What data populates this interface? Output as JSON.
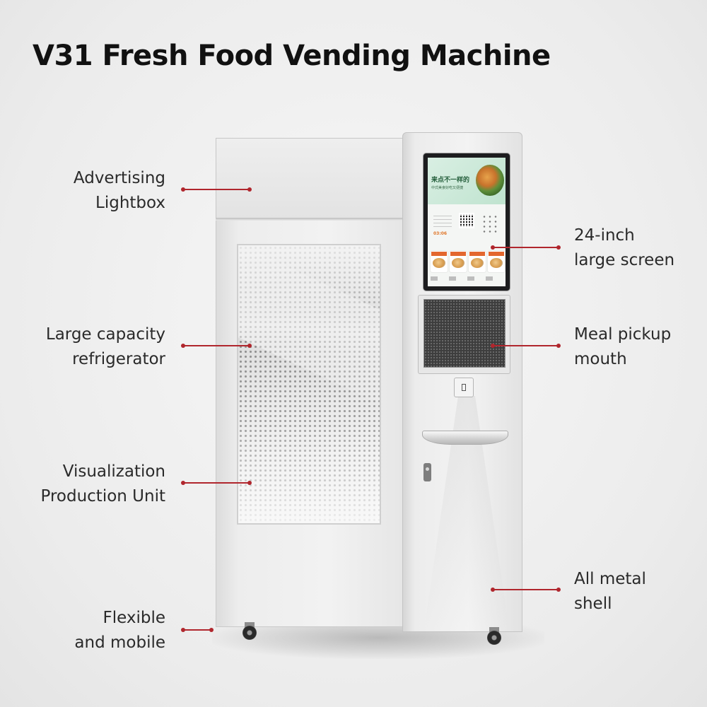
{
  "title": "V31 Fresh Food Vending Machine",
  "labels": {
    "advertising": [
      "Advertising",
      "Lightbox"
    ],
    "refrigerator": [
      "Large capacity",
      "refrigerator"
    ],
    "visualization": [
      "Visualization",
      "Production Unit"
    ],
    "mobile": [
      "Flexible",
      "and mobile"
    ],
    "screen": [
      "24-inch",
      "large screen"
    ],
    "pickup": [
      "Meal pickup",
      "mouth"
    ],
    "shell": [
      "All metal",
      "shell"
    ]
  },
  "screen_ui": {
    "banner_text": "来点不一样的",
    "banner_sub": "中式美食好吃又便捷",
    "timer": "03:06"
  },
  "colors": {
    "callout": "#b0262d",
    "background": "#ececec",
    "title": "#111111"
  }
}
